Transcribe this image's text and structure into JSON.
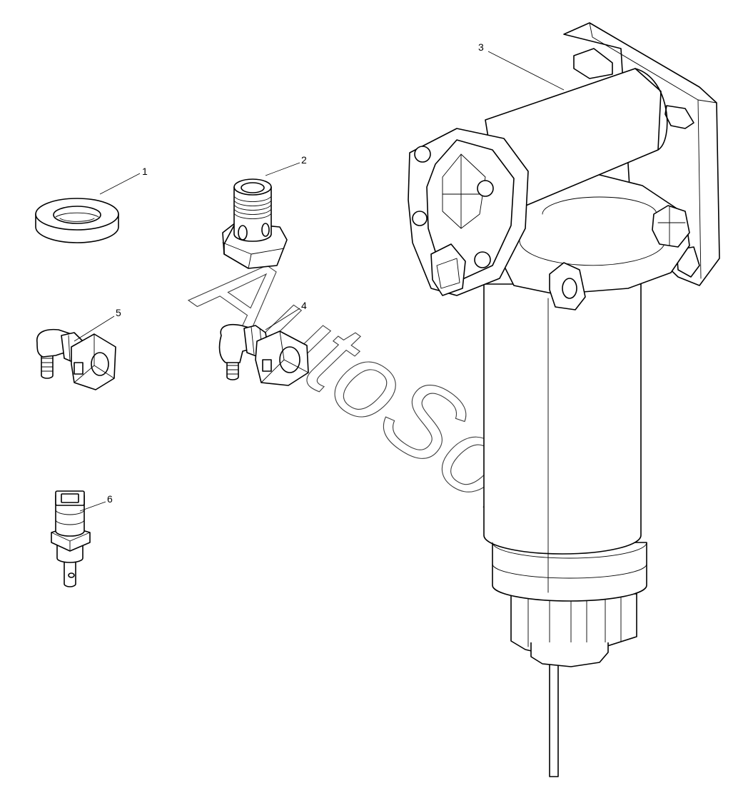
{
  "diagram": {
    "watermark": "AutoSoft",
    "callouts": [
      {
        "id": "1",
        "label": "1"
      },
      {
        "id": "2",
        "label": "2"
      },
      {
        "id": "3",
        "label": "3"
      },
      {
        "id": "4",
        "label": "4"
      },
      {
        "id": "5",
        "label": "5"
      },
      {
        "id": "6",
        "label": "6"
      }
    ],
    "parts": [
      {
        "callout": "1",
        "icon": "sealing-washer-icon"
      },
      {
        "callout": "2",
        "icon": "banjo-bolt-icon"
      },
      {
        "callout": "3",
        "icon": "fuel-filter-assembly-icon"
      },
      {
        "callout": "4",
        "icon": "elbow-quick-connector-icon"
      },
      {
        "callout": "5",
        "icon": "elbow-quick-connector-small-icon"
      },
      {
        "callout": "6",
        "icon": "temperature-sensor-icon"
      }
    ]
  }
}
